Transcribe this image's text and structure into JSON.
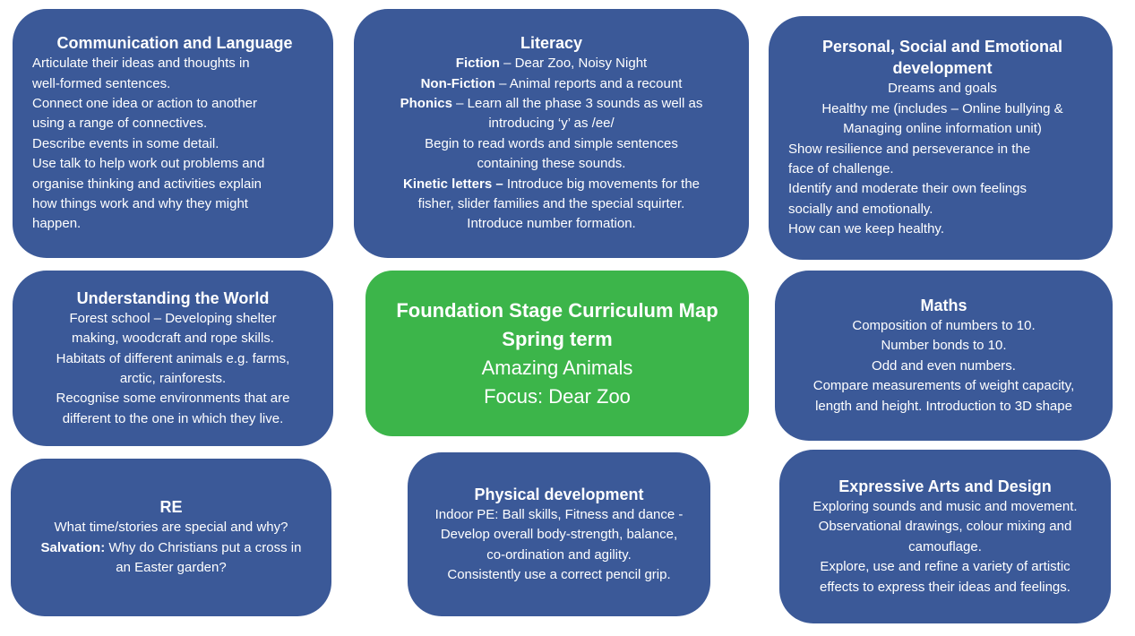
{
  "colors": {
    "box": "#3b5998",
    "center": "#3cb54a",
    "text": "#ffffff"
  },
  "boxes": [
    {
      "id": "comm",
      "name": "communication-and-language-box",
      "lines": [
        {
          "t": "Communication and Language",
          "title": true,
          "a": "c"
        },
        {
          "t": "Articulate their ideas and thoughts in",
          "a": "l"
        },
        {
          "t": "well-formed sentences.",
          "a": "l"
        },
        {
          "t": "Connect one idea or action to another",
          "a": "l"
        },
        {
          "t": "using a range of connectives.",
          "a": "l"
        },
        {
          "t": "Describe events in some detail.",
          "a": "l"
        },
        {
          "t": "Use talk to help work out problems and",
          "a": "l"
        },
        {
          "t": "organise thinking and activities explain",
          "a": "l"
        },
        {
          "t": "how things work and why they might",
          "a": "l"
        },
        {
          "t": "happen.",
          "a": "l"
        }
      ]
    },
    {
      "id": "lit",
      "name": "literacy-box",
      "lines": [
        {
          "t": "Literacy",
          "title": true,
          "a": "c"
        },
        {
          "b": "Fiction",
          "t": " – Dear Zoo,  Noisy Night",
          "a": "c"
        },
        {
          "b": "Non-Fiction",
          "t": " – Animal reports and a recount",
          "a": "c"
        },
        {
          "b": "Phonics",
          "t": " – Learn all the phase 3 sounds as well as",
          "a": "c"
        },
        {
          "t": "introducing ‘y’ as /ee/",
          "a": "c"
        },
        {
          "t": "Begin to read words and simple sentences",
          "a": "c"
        },
        {
          "t": "containing these sounds.",
          "a": "c"
        },
        {
          "b": "Kinetic letters –",
          "t": " Introduce big movements for the",
          "a": "c"
        },
        {
          "t": "fisher, slider families and the special squirter.",
          "a": "c"
        },
        {
          "t": "Introduce number formation.",
          "a": "c"
        }
      ]
    },
    {
      "id": "pse",
      "name": "personal-social-emotional-box",
      "lines": [
        {
          "t": "Personal, Social and Emotional",
          "title": true,
          "a": "c"
        },
        {
          "t": "development",
          "title": true,
          "a": "c"
        },
        {
          "t": "Dreams and goals",
          "a": "c"
        },
        {
          "t": "Healthy me (includes – Online bullying &",
          "a": "c"
        },
        {
          "t": "Managing online information unit)",
          "a": "c"
        },
        {
          "t": "Show resilience and perseverance in the",
          "a": "l"
        },
        {
          "t": "face of challenge.",
          "a": "l"
        },
        {
          "t": "Identify and moderate their own feelings",
          "a": "l"
        },
        {
          "t": "socially and emotionally.",
          "a": "l"
        },
        {
          "t": "How can we keep healthy.",
          "a": "l"
        }
      ]
    },
    {
      "id": "utw",
      "name": "understanding-the-world-box",
      "lines": [
        {
          "t": "Understanding the World",
          "title": true,
          "a": "c"
        },
        {
          "t": "Forest school – Developing shelter",
          "a": "c"
        },
        {
          "t": "making, woodcraft and rope skills.",
          "a": "c"
        },
        {
          "t": "Habitats of different animals e.g. farms,",
          "a": "c"
        },
        {
          "t": "arctic, rainforests.",
          "a": "c"
        },
        {
          "t": "Recognise some environments that are",
          "a": "c"
        },
        {
          "t": "different to the one in which they live.",
          "a": "c"
        }
      ]
    },
    {
      "id": "center",
      "name": "curriculum-map-title-box",
      "lines": [
        {
          "t": "Foundation Stage Curriculum Map",
          "title": true,
          "a": "c"
        },
        {
          "t": "Spring term",
          "title": true,
          "a": "c"
        },
        {
          "t": "Amazing Animals",
          "a": "c"
        },
        {
          "t": "Focus: Dear Zoo",
          "a": "c"
        }
      ]
    },
    {
      "id": "maths",
      "name": "maths-box",
      "lines": [
        {
          "t": "Maths",
          "title": true,
          "a": "c"
        },
        {
          "t": "Composition of numbers to 10.",
          "a": "c"
        },
        {
          "t": "Number bonds to 10.",
          "a": "c"
        },
        {
          "t": "Odd and even numbers.",
          "a": "c"
        },
        {
          "t": "Compare measurements of weight capacity,",
          "a": "c"
        },
        {
          "t": "length and height. Introduction to 3D shape",
          "a": "c"
        }
      ]
    },
    {
      "id": "re",
      "name": "re-box",
      "lines": [
        {
          "t": "RE",
          "title": true,
          "a": "c"
        },
        {
          "t": "What time/stories are special and why?",
          "a": "c"
        },
        {
          "b": "Salvation:",
          "t": " Why do Christians put a cross in",
          "a": "c"
        },
        {
          "t": "an Easter garden?",
          "a": "c"
        }
      ]
    },
    {
      "id": "pd",
      "name": "physical-development-box",
      "lines": [
        {
          "t": "Physical development",
          "title": true,
          "a": "c"
        },
        {
          "t": "Indoor PE: Ball skills, Fitness and dance -",
          "a": "c"
        },
        {
          "t": "Develop overall body-strength, balance,",
          "a": "c"
        },
        {
          "t": "co-ordination and agility.",
          "a": "c"
        },
        {
          "t": "Consistently use a correct pencil grip.",
          "a": "c"
        }
      ]
    },
    {
      "id": "ead",
      "name": "expressive-arts-and-design-box",
      "lines": [
        {
          "t": "Expressive Arts and Design",
          "title": true,
          "a": "c"
        },
        {
          "t": "Exploring sounds and music and movement.",
          "a": "c"
        },
        {
          "t": "Observational drawings, colour mixing and",
          "a": "c"
        },
        {
          "t": "camouflage.",
          "a": "c"
        },
        {
          "t": "Explore, use and refine a variety of artistic",
          "a": "c"
        },
        {
          "t": "effects to express their ideas and feelings.",
          "a": "c"
        }
      ]
    }
  ]
}
